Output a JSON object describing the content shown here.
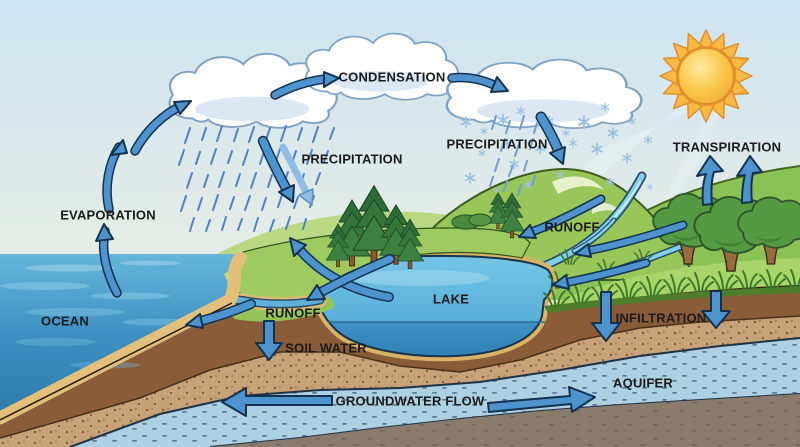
{
  "labels": {
    "condensation": "CONDENSATION",
    "precipitation_rain": "PRECIPITATION",
    "precipitation_snow": "PRECIPITATION",
    "transpiration": "TRANSPIRATION",
    "evaporation": "EVAPORATION",
    "ocean": "OCEAN",
    "runoff_coast": "RUNOFF",
    "runoff_mountain": "RUNOFF",
    "lake": "LAKE",
    "soil_water": "SOIL WATER",
    "infiltration": "INFILTRATION",
    "aquifer": "AQUIFER",
    "groundwater_flow": "GROUNDWATER FLOW"
  },
  "colors": {
    "sky_top": "#cde4f2",
    "sky_horizon": "#f8f2de",
    "ocean_blue": "#3d8fc2",
    "lake_blue": "#4aa2d2",
    "arrow_blue": "#4d94cf",
    "arrow_outline": "#14314e",
    "sun_core": "#f9c643",
    "sun_ray": "#f9b942",
    "hill_green": "#99c659",
    "meadow_green": "#a8d46a",
    "soil_brown": "#8a5c38",
    "sand_tan": "#e2c07a",
    "sandy_layer": "#c7a178",
    "aquifer_blue": "#aed0e3",
    "bedrock_grey": "#8b7b6d",
    "label_text": "#1b1b1b"
  }
}
